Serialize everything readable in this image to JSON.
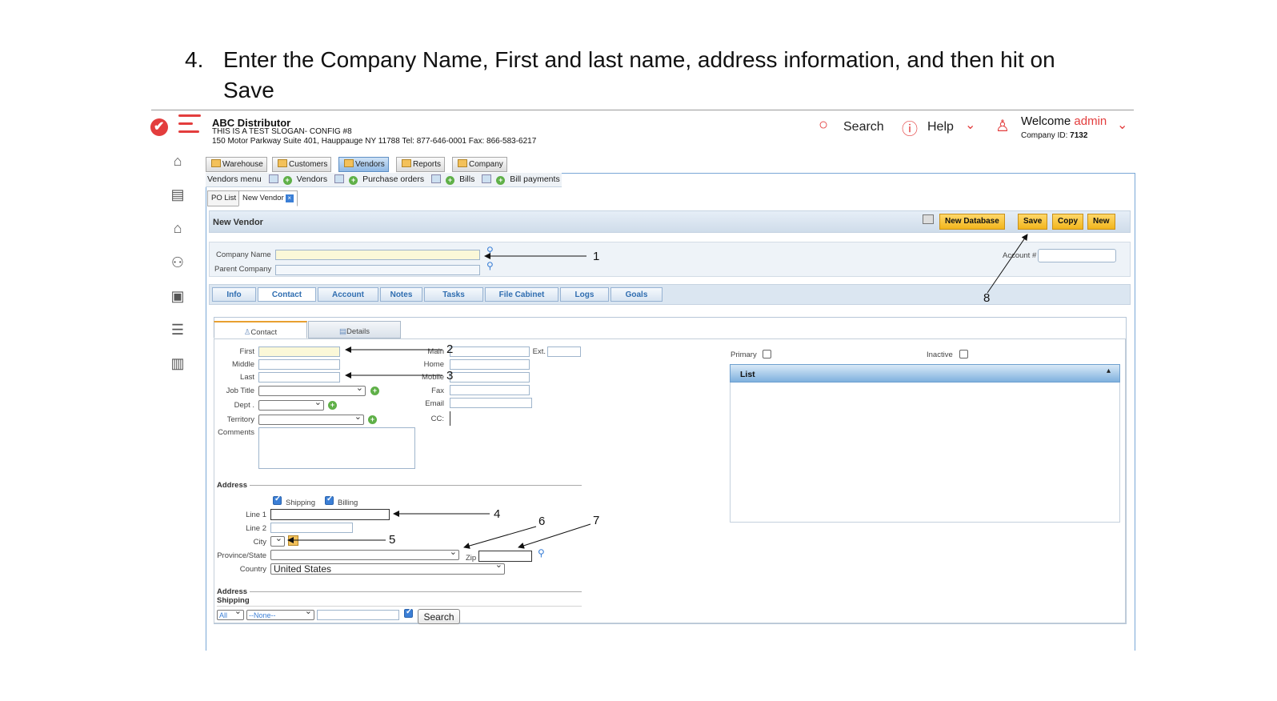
{
  "instruction": {
    "number": "4.",
    "text": "Enter the Company Name, First and last name, address information, and then hit on Save"
  },
  "header": {
    "company_name": "ABC Distributor",
    "slogan": "THIS IS A TEST SLOGAN- CONFIG #8",
    "address": "150 Motor Parkway Suite 401, Hauppauge NY 11788 Tel: 877-646-0001 Fax: 866-583-6217",
    "search_label": "Search",
    "help_label": "Help",
    "welcome_label": "Welcome",
    "username": "admin",
    "company_id_label": "Company ID:",
    "company_id": "7132"
  },
  "module_tabs": [
    "Warehouse",
    "Customers",
    "Vendors",
    "Reports",
    "Company"
  ],
  "submenu": {
    "menu": "Vendors menu",
    "items": [
      "Vendors",
      "Purchase orders",
      "Bills",
      "Bill payments"
    ]
  },
  "page_tabs": {
    "po_list": "PO List",
    "new_vendor": "New Vendor"
  },
  "panel": {
    "title": "New Vendor",
    "buttons": {
      "new_database": "New Database",
      "save": "Save",
      "copy": "Copy",
      "new": "New"
    }
  },
  "top_form": {
    "company_name_label": "Company Name",
    "parent_company_label": "Parent Company",
    "account_label": "Account #"
  },
  "content_tabs": [
    "Info",
    "Contact",
    "Account",
    "Notes",
    "Tasks",
    "File Cabinet",
    "Logs",
    "Goals"
  ],
  "sub_tabs": {
    "contact": "Contact",
    "details": "Details"
  },
  "contact_fields": {
    "first": "First",
    "middle": "Middle",
    "last": "Last",
    "job_title": "Job Title",
    "dept": "Dept .",
    "territory": "Territory",
    "comments": "Comments",
    "main": "Main",
    "ext": "Ext.",
    "home": "Home",
    "mobile": "Mobile",
    "fax": "Fax",
    "email": "Email",
    "cc": "CC:"
  },
  "flags": {
    "primary": "Primary",
    "inactive": "Inactive"
  },
  "list": {
    "title": "List"
  },
  "address": {
    "section_label": "Address",
    "shipping_label": "Shipping",
    "billing_label": "Billing",
    "line1": "Line 1",
    "line2": "Line 2",
    "city": "City",
    "province": "Province/State",
    "zip": "Zip",
    "country": "Country",
    "country_value": "United States"
  },
  "address_shipping": {
    "label_line1": "Address",
    "label_line2": "Shipping",
    "filter_all": "All",
    "filter_none": "--None--",
    "search_button": "Search"
  },
  "annotations": [
    "1",
    "2",
    "3",
    "4",
    "5",
    "6",
    "7",
    "8"
  ],
  "colors": {
    "accent": "#e33d3d",
    "button_yellow": "#f2b51c",
    "tab_blue": "#2f6db0"
  }
}
